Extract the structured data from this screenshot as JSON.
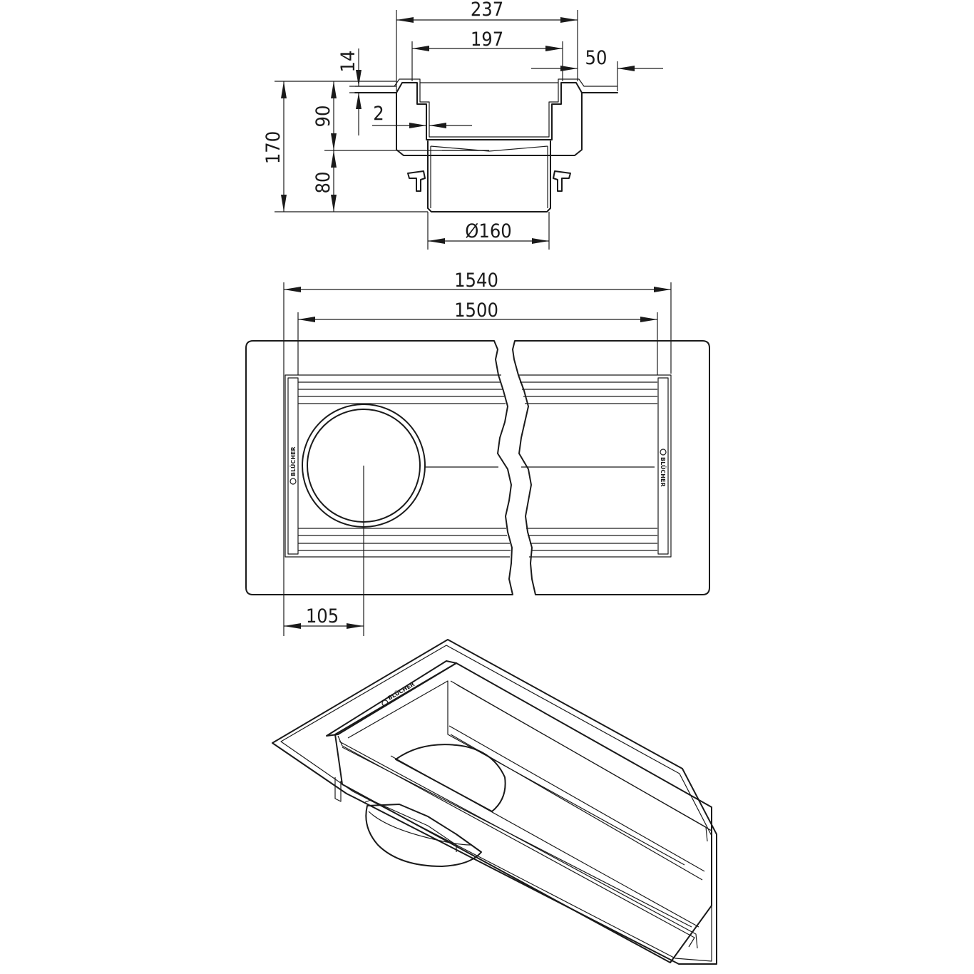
{
  "dimensions": {
    "flange_width": "237",
    "inner_width": "197",
    "flange_overhang": "50",
    "flange_height": "14",
    "wall_thickness": "2",
    "body_depth": "90",
    "outlet_depth": "80",
    "total_height": "170",
    "outlet_diameter": "Ø160",
    "total_length": "1540",
    "channel_length": "1500",
    "outlet_offset": "105"
  },
  "brand": {
    "left": "BLÜCHER",
    "right": "BLÜCHER",
    "iso": "BLÜCHER"
  }
}
